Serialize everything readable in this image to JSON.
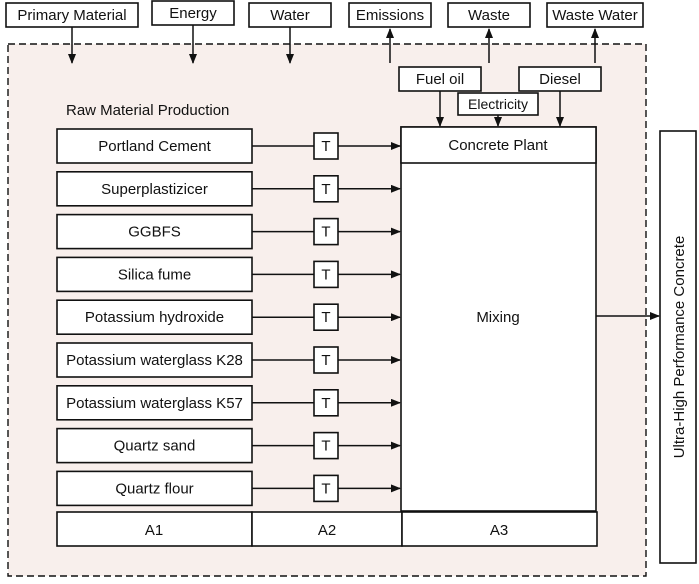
{
  "colors": {
    "background": "#ffffff",
    "boundary_fill": "#f8efec",
    "stroke": "#111111"
  },
  "top_flows": {
    "inputs": [
      "Primary Material",
      "Energy",
      "Water"
    ],
    "outputs": [
      "Emissions",
      "Waste",
      "Waste Water"
    ]
  },
  "plant_inputs": [
    "Fuel oil",
    "Electricity",
    "Diesel"
  ],
  "section_title": "Raw Material Production",
  "raw_materials": [
    "Portland Cement",
    "Superplastizicer",
    "GGBFS",
    "Silica fume",
    "Potassium hydroxide",
    "Potassium waterglass K28",
    "Potassium waterglass K57",
    "Quartz sand",
    "Quartz flour"
  ],
  "transport_label": "T",
  "plant": {
    "header": "Concrete Plant",
    "process": "Mixing"
  },
  "stages": [
    "A1",
    "A2",
    "A3"
  ],
  "product": "Ultra-High Performance Concrete"
}
